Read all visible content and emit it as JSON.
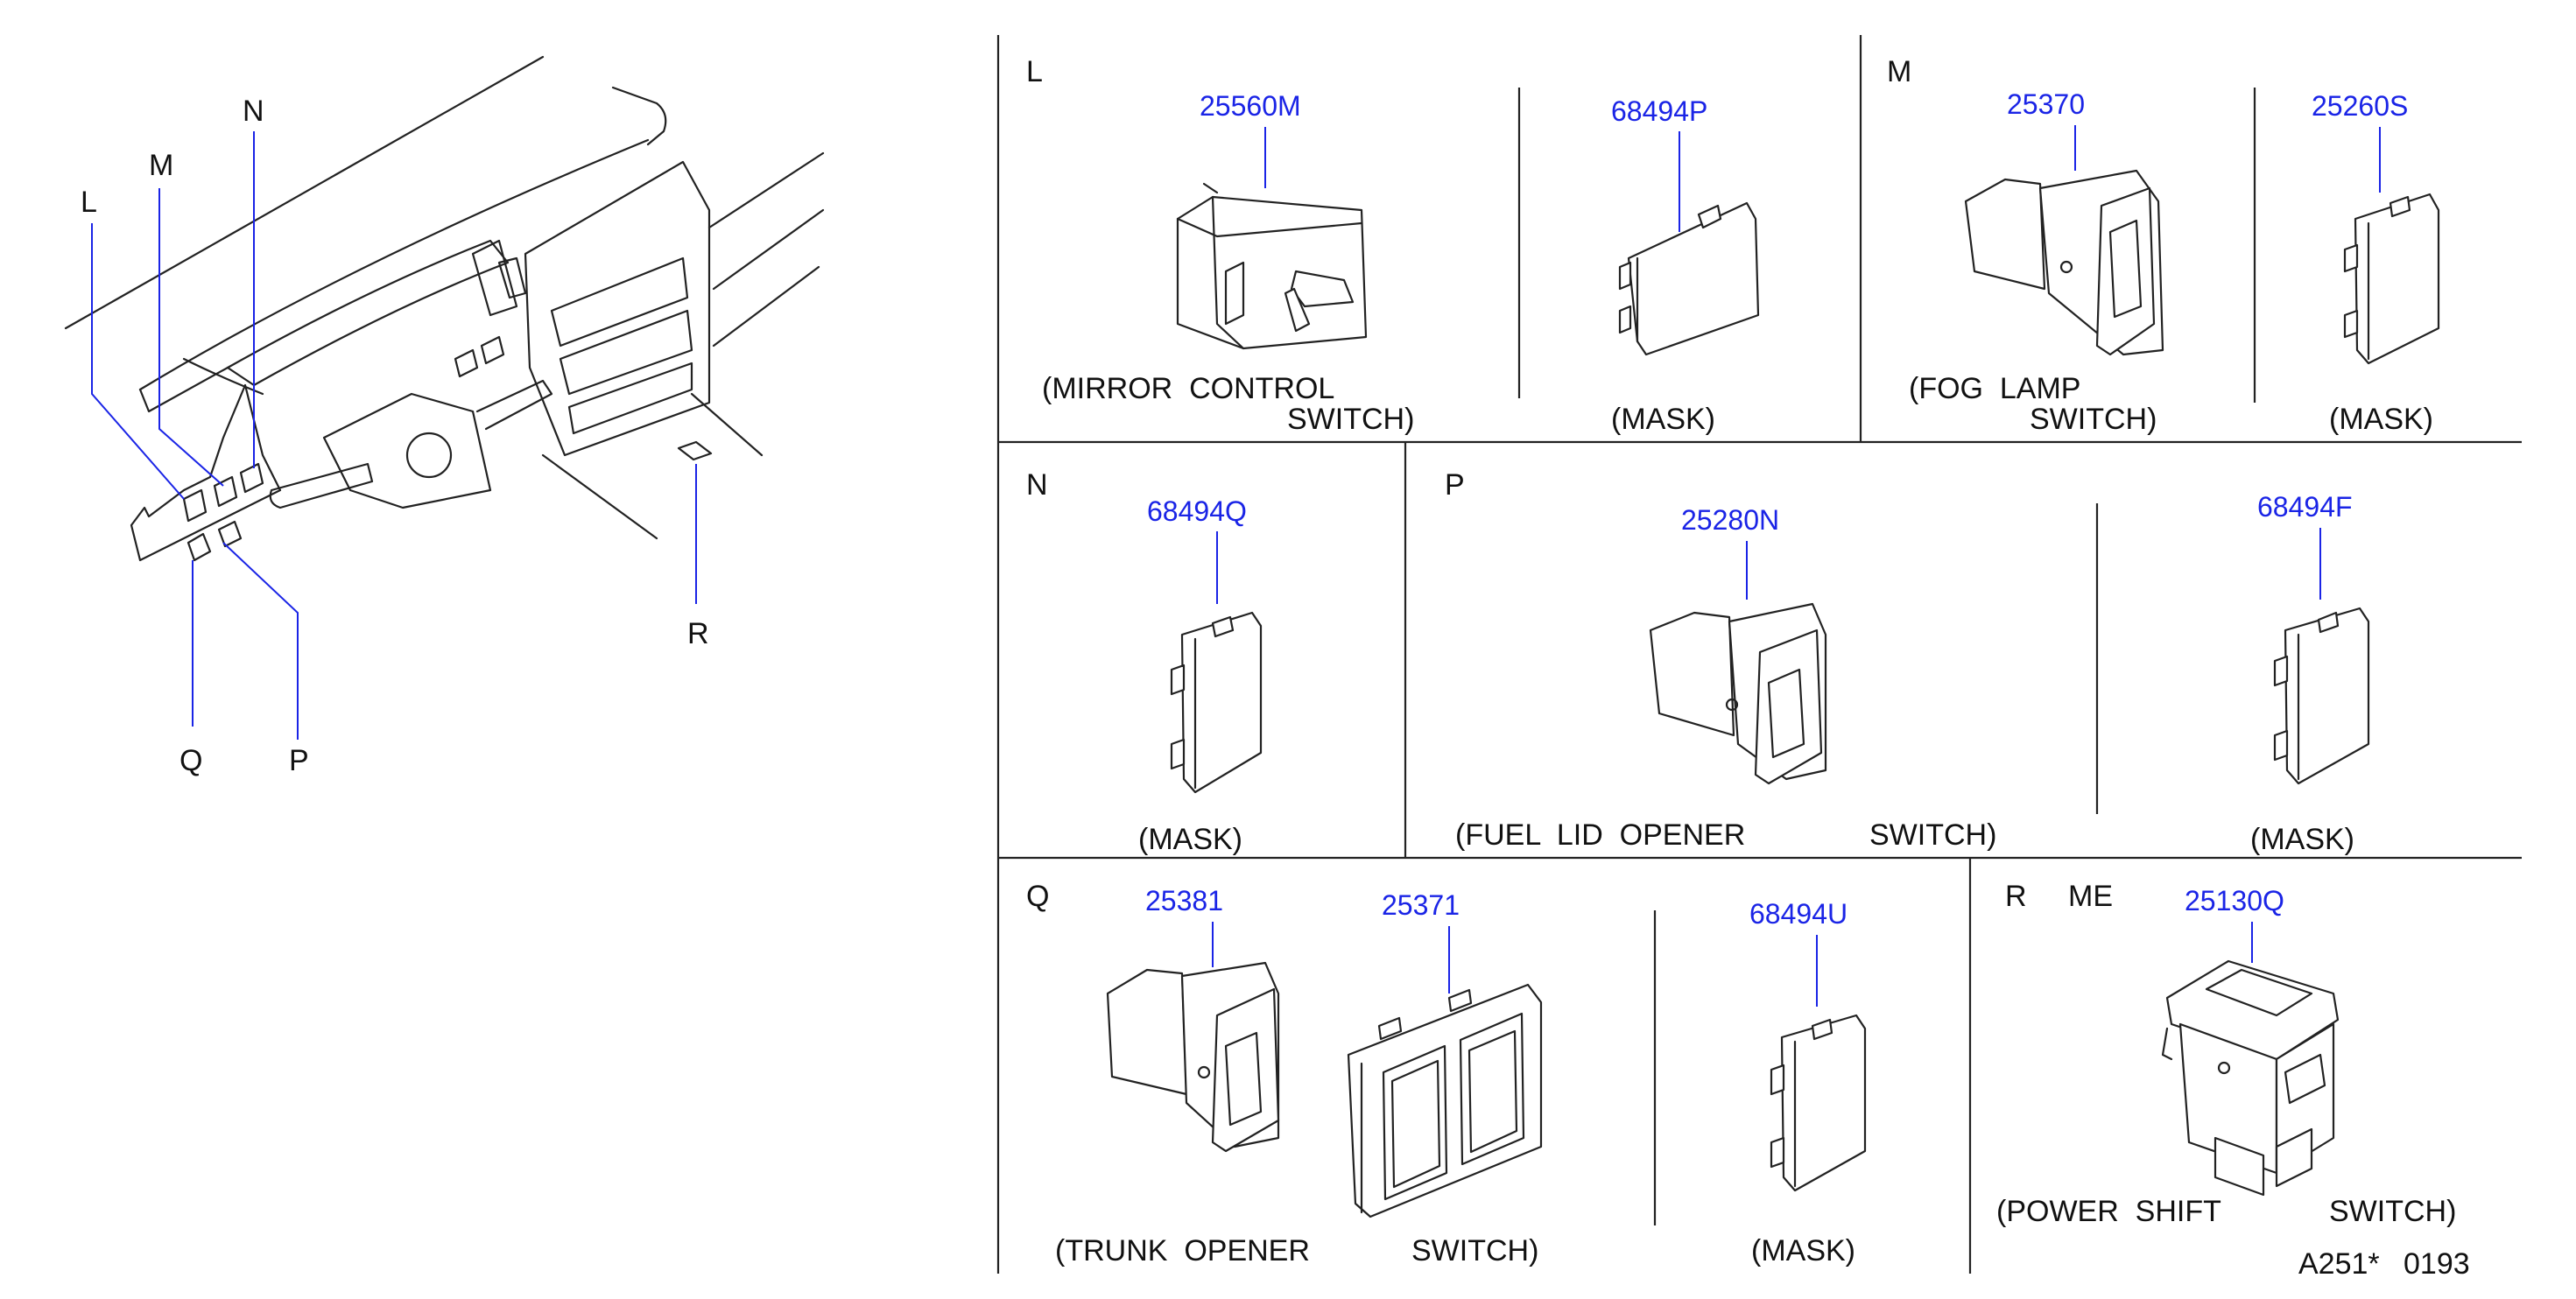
{
  "overview": {
    "callouts": [
      "L",
      "M",
      "N",
      "P",
      "Q",
      "R"
    ]
  },
  "sections": {
    "L": {
      "letter": "L",
      "parts": [
        {
          "part_no": "25560M",
          "caption": [
            "(MIRROR  CONTROL",
            "SWITCH)"
          ]
        },
        {
          "part_no": "68494P",
          "caption": [
            "(MASK)"
          ]
        }
      ]
    },
    "M": {
      "letter": "M",
      "parts": [
        {
          "part_no": "25370",
          "caption": [
            "(FOG  LAMP",
            "SWITCH)"
          ]
        },
        {
          "part_no": "25260S",
          "caption": [
            "(MASK)"
          ]
        }
      ]
    },
    "N": {
      "letter": "N",
      "parts": [
        {
          "part_no": "68494Q",
          "caption": [
            "(MASK)"
          ]
        }
      ]
    },
    "P": {
      "letter": "P",
      "parts": [
        {
          "part_no": "25280N",
          "caption": [
            "(FUEL  LID  OPENER",
            "SWITCH)"
          ]
        },
        {
          "part_no": "68494F",
          "caption": [
            "(MASK)"
          ]
        }
      ]
    },
    "Q": {
      "letter": "Q",
      "parts": [
        {
          "part_no": "25381",
          "caption": [
            "(TRUNK  OPENER",
            "SWITCH)"
          ]
        },
        {
          "part_no": "25371",
          "caption": []
        },
        {
          "part_no": "68494U",
          "caption": [
            "(MASK)"
          ]
        }
      ]
    },
    "R": {
      "letter": "R",
      "extra": "ME",
      "parts": [
        {
          "part_no": "25130Q",
          "caption": [
            "(POWER  SHIFT",
            "SWITCH)"
          ]
        }
      ]
    }
  },
  "footer": {
    "code": "A251*",
    "number": "0193"
  },
  "colors": {
    "part_number": "#1a24e6",
    "line": "#222222",
    "background": "#ffffff"
  }
}
